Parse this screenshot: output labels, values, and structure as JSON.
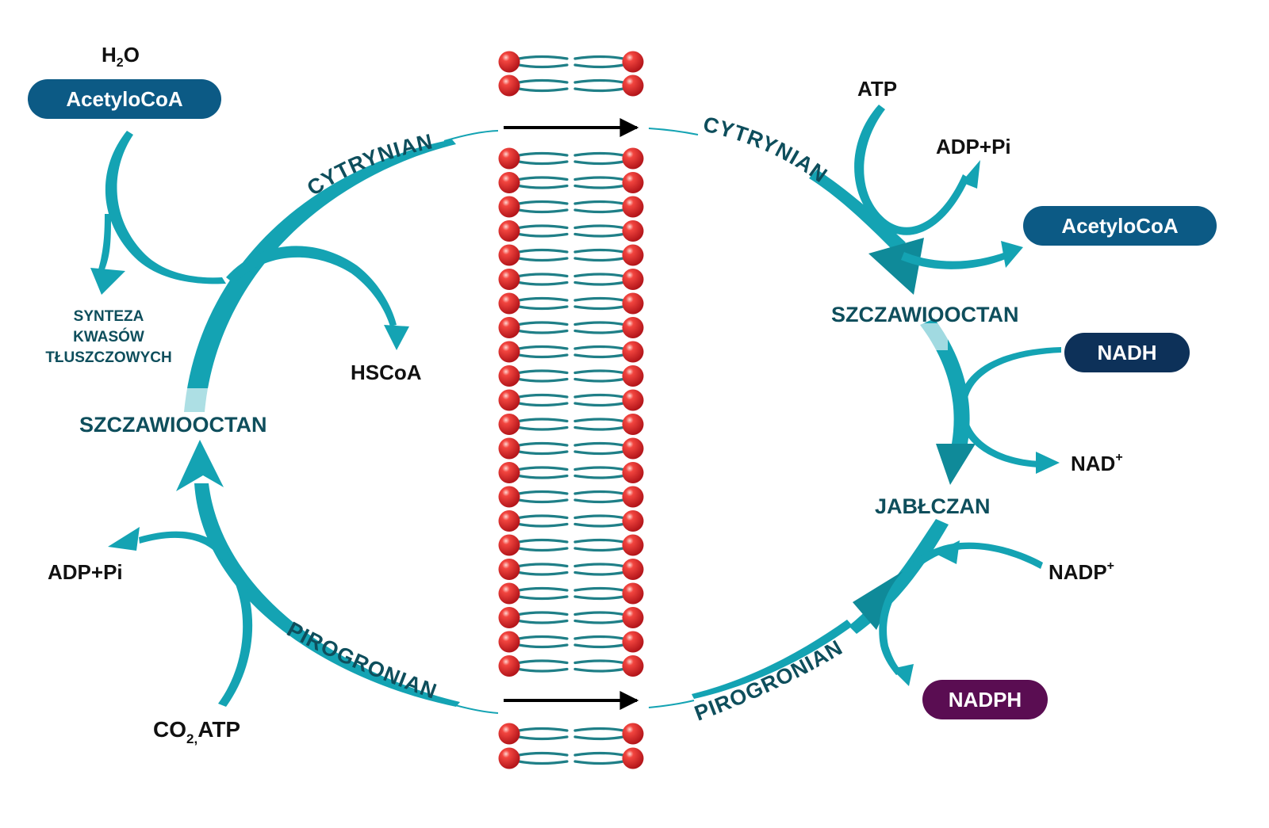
{
  "colors": {
    "teal": "#14a3b3",
    "teal_dark": "#0e4e5c",
    "pill_blue": "#0c5a85",
    "pill_navy": "#0d3159",
    "pill_purple": "#5a0d52",
    "lipid_head": "#e3262b",
    "lipid_tail": "#1f7f87"
  },
  "left_cycle": {
    "cytrynian": "CYTRYNIAN",
    "pirogronian": "PIROGRONIAN",
    "szczawiooctan": "SZCZAWIOOCTAN",
    "h2o": "H",
    "h2o_sub": "2",
    "h2o_end": "O",
    "acetylocoa_pill": "AcetyloCoA",
    "synteza_lines": [
      "SYNTEZA",
      "KWASÓW",
      "TŁUSZCZOWYCH"
    ],
    "hscoa": "HSCoA",
    "adp_pi": "ADP+Pi",
    "co2": "CO",
    "co2_sub": "2,",
    "atp": "ATP"
  },
  "right_cycle": {
    "cytrynian": "CYTRYNIAN",
    "pirogronian": "PIROGRONIAN",
    "atp": "ATP",
    "adp_pi": "ADP+Pi",
    "acetylocoa_pill": "AcetyloCoA",
    "szczawiooctan": "SZCZAWIOOCTAN",
    "nadh_pill": "NADH",
    "nad": "NAD",
    "nad_sup": "+",
    "jablczan": "JABŁCZAN",
    "nadp": "NADP",
    "nadp_sup": "+",
    "nadph_pill": "NADPH"
  },
  "membrane": {
    "icon": "lipid-bilayer-icon",
    "transport_arrow_icon": "right-arrow-icon"
  }
}
